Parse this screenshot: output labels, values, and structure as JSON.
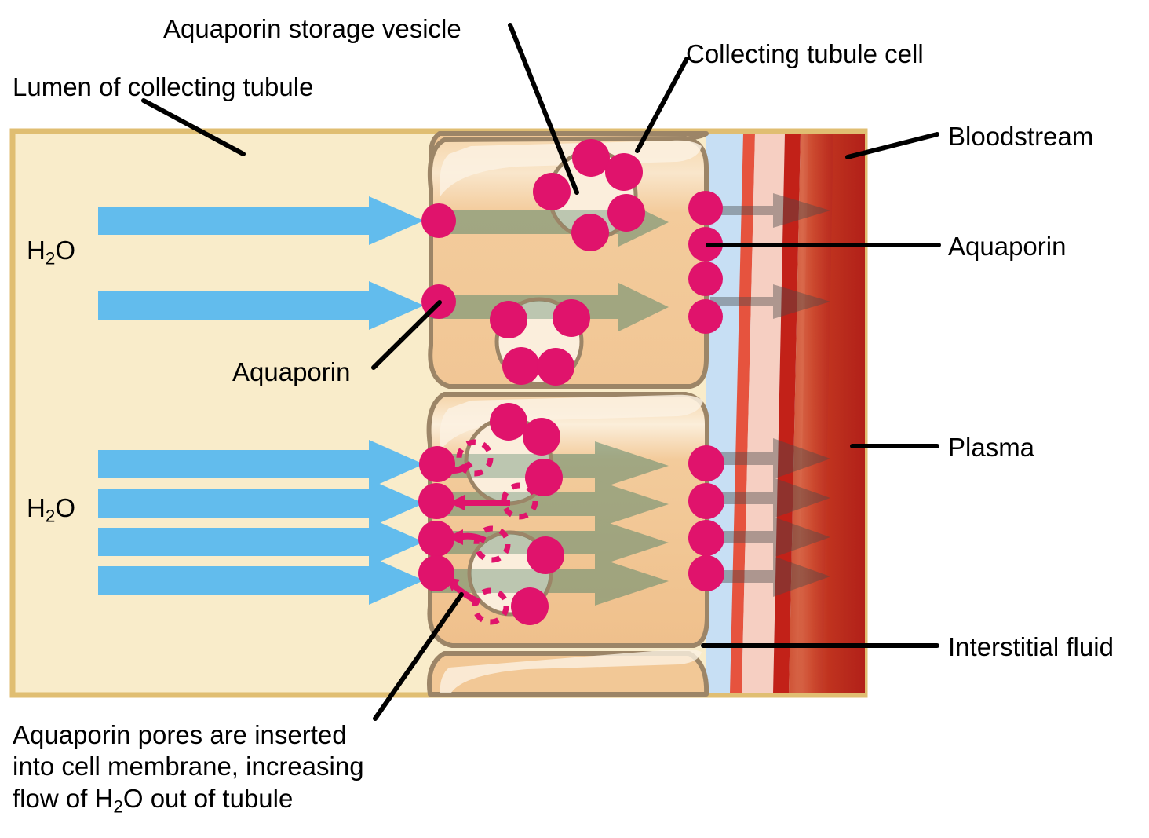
{
  "figure": {
    "title": "Aquaporin-mediated water reabsorption in the collecting tubule",
    "type": "biology-diagram"
  },
  "labels": {
    "lumen": "Lumen of collecting tubule",
    "storage_vesicle": "Aquaporin storage vesicle",
    "collecting_tubule_cell": "Collecting tubule cell",
    "bloodstream": "Bloodstream",
    "aquaporin_right": "Aquaporin",
    "aquaporin_left": "Aquaporin",
    "plasma": "Plasma",
    "interstitial_fluid": "Interstitial fluid",
    "water_top": "H",
    "water_top_sub": "2",
    "water_top_end": "O",
    "water_bottom": "H",
    "water_bottom_sub": "2",
    "water_bottom_end": "O",
    "caption_line1": "Aquaporin pores are inserted",
    "caption_line2": "into cell membrane, increasing",
    "caption_line3_a": "flow of H",
    "caption_line3_sub": "2",
    "caption_line3_b": "O out of tubule"
  },
  "icons": {
    "aquaporin_dot": "aquaporin-pore-dot-icon",
    "vesicle": "storage-vesicle-icon",
    "water_arrow": "water-flow-arrow-icon",
    "transport_arrow": "transcellular-flow-arrow-icon",
    "insertion_arrow": "vesicle-insertion-arrow-icon",
    "leader_line": "leader-line-icon"
  },
  "colors": {
    "lumen_fill": "#f9ecca",
    "lumen_border": "#e0be72",
    "cell_fill": "#f3cb9b",
    "cell_fill_light": "#f7ddb9",
    "cell_border": "#9c8567",
    "cell_highlight": "#fbf0e0",
    "vesicle_fill": "#fbeedc",
    "vesicle_border": "#9c8567",
    "aquaporin": "#e0136c",
    "water_arrow": "#62bced",
    "transport_arrow": "#7d9f8b",
    "interstitial_fluid": "#c7dff4",
    "vessel_line_thin": "#e0311e",
    "vessel_wall_pale": "#f6cfc2",
    "vessel_line_thick": "#c22118",
    "blood_dark": "#b32119",
    "blood_mid": "#cf4a2c",
    "blood_light": "#d8674a",
    "label_text": "#000000",
    "leader": "#000000"
  },
  "structure": {
    "aquaporin_counts": {
      "upper_cell_apical": 2,
      "upper_cell_basal": 4,
      "lower_cell_apical": 4,
      "lower_cell_basal": 4,
      "upper_vesicle_1": 5,
      "upper_vesicle_2": 4,
      "lower_vesicle_1": 4,
      "lower_vesicle_2": 3
    },
    "water_arrows": {
      "upper_section": 2,
      "lower_section": 4
    },
    "transport_arrows": {
      "upper_cell": 2,
      "lower_cell": 4
    },
    "insertion_arrows": 4
  }
}
